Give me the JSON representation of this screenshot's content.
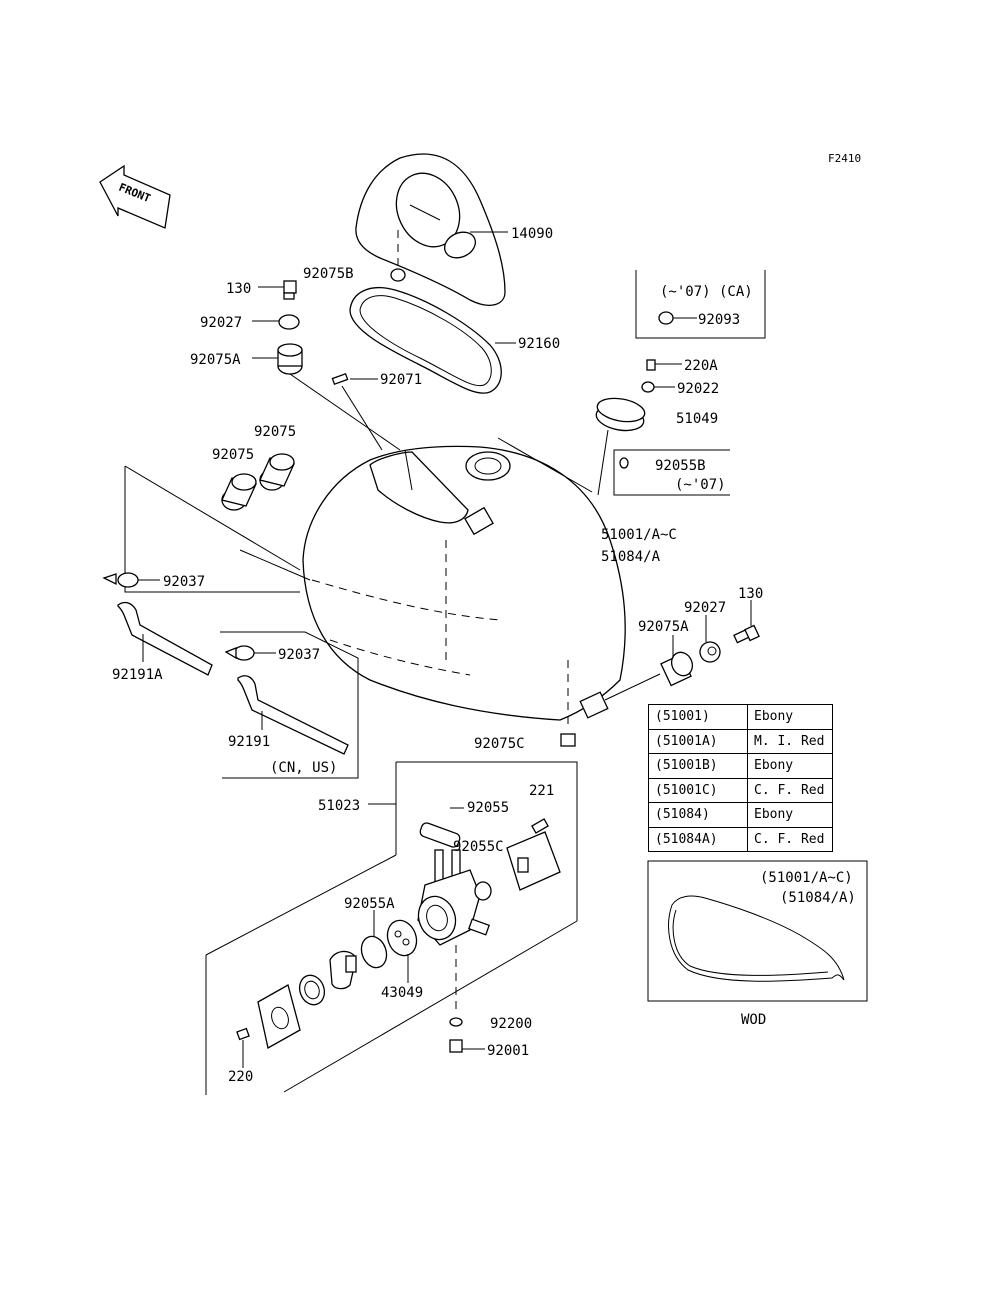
{
  "diagram_code": "F2410",
  "front_label": "FRONT",
  "parts": {
    "p14090": "14090",
    "p92075B": "92075B",
    "p130_top": "130",
    "p92027_top": "92027",
    "p92160": "92160",
    "p92075A_top": "92075A",
    "p92071": "92071",
    "p220A": "220A",
    "p92022": "92022",
    "p51049": "51049",
    "p92093": "92093",
    "p92075_a": "92075",
    "p92075_b": "92075",
    "p92037_a": "92037",
    "p92037_b": "92037",
    "p92191A": "92191A",
    "p92191": "92191",
    "p51001": "51001/A~C",
    "p51084": "51084/A",
    "p92027_right": "92027",
    "p130_right": "130",
    "p92075A_right": "92075A",
    "p92075C": "92075C",
    "p92055B": "92055B",
    "p51023": "51023",
    "p92055": "92055",
    "p221": "221",
    "p92055C": "92055C",
    "p92055A": "92055A",
    "p43049": "43049",
    "p92200": "92200",
    "p92001": "92001",
    "p220": "220"
  },
  "notes": {
    "ca_note": "(~'07) (CA)",
    "note_07": "(~'07)",
    "cn_us": "(CN, US)",
    "wod_models_1": "(51001/A~C)",
    "wod_models_2": "(51084/A)",
    "wod_label": "WOD"
  },
  "color_table": {
    "rows": [
      {
        "code": "(51001)",
        "color": "Ebony"
      },
      {
        "code": "(51001A)",
        "color": "M. I. Red"
      },
      {
        "code": "(51001B)",
        "color": "Ebony"
      },
      {
        "code": "(51001C)",
        "color": "C. F. Red"
      },
      {
        "code": "(51084)",
        "color": "Ebony"
      },
      {
        "code": "(51084A)",
        "color": "C. F. Red"
      }
    ]
  }
}
